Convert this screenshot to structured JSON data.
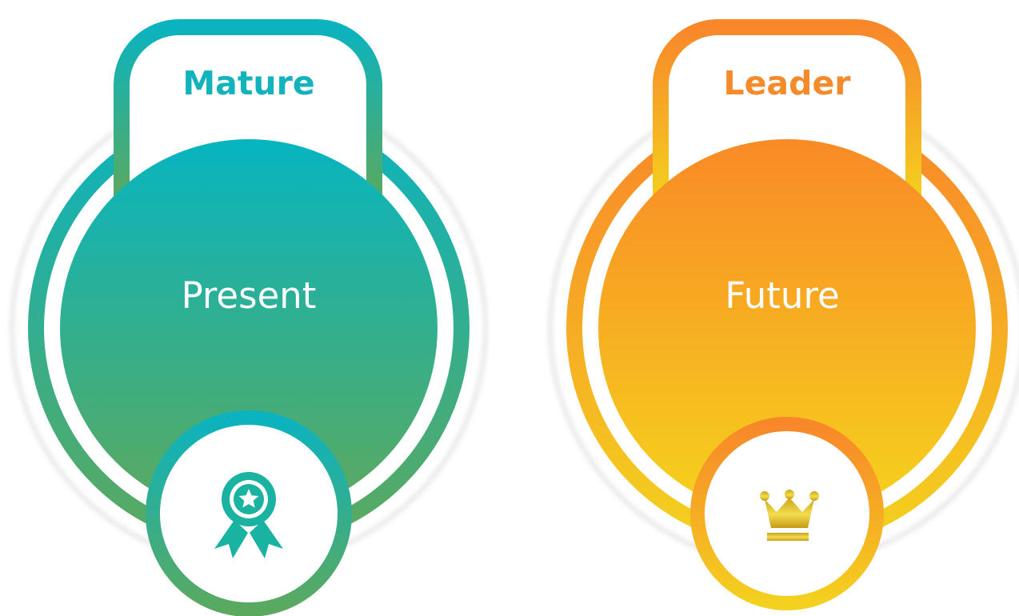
{
  "stages": [
    {
      "tag": "Mature",
      "label": "Present",
      "icon": "award-ribbon-icon",
      "tag_color": "#12b3bd",
      "gradient_top": "#07b5c0",
      "gradient_bottom": "#5da95e"
    },
    {
      "tag": "Leader",
      "label": "Future",
      "icon": "crown-icon",
      "tag_color": "#f58a2a",
      "gradient_top": "#f98a27",
      "gradient_bottom": "#f5d31c"
    }
  ]
}
